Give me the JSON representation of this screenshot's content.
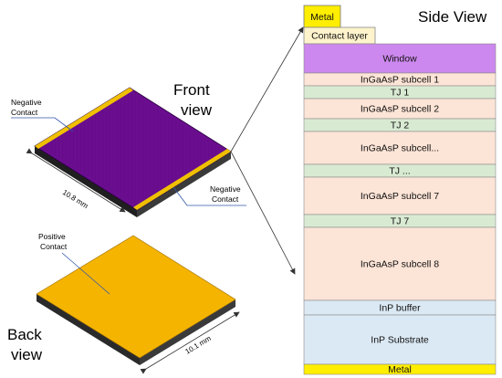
{
  "labels": {
    "front_view_line1": "Front",
    "front_view_line2": "view",
    "back_view_line1": "Back",
    "back_view_line2": "view",
    "side_view": "Side View",
    "negative_contact_top_line1": "Negative",
    "negative_contact_top_line2": "Contact",
    "negative_contact_right_line1": "Negative",
    "negative_contact_right_line2": "Contact",
    "positive_contact_line1": "Positive",
    "positive_contact_line2": "Contact",
    "dim_front": "10.8 mm",
    "dim_back": "10.1 mm",
    "metal_top": "Metal",
    "contact_layer": "Contact layer"
  },
  "layers": [
    {
      "label": "Window",
      "color": "#cc88ee"
    },
    {
      "label": "InGaAsP subcell 1",
      "color": "#fce4d6"
    },
    {
      "label": "TJ 1",
      "color": "#d9ead3"
    },
    {
      "label": "InGaAsP subcell 2",
      "color": "#fce4d6"
    },
    {
      "label": "TJ 2",
      "color": "#d9ead3"
    },
    {
      "label": "InGaAsP subcell...",
      "color": "#fce4d6"
    },
    {
      "label": "TJ ...",
      "color": "#d9ead3"
    },
    {
      "label": "InGaAsP subcell 7",
      "color": "#fce4d6"
    },
    {
      "label": "TJ 7",
      "color": "#d9ead3"
    },
    {
      "label": "InGaAsP subcell 8",
      "color": "#fce4d6"
    },
    {
      "label": "InP buffer",
      "color": "#dbe9f4"
    },
    {
      "label": "InP Substrate",
      "color": "#dbe9f4"
    },
    {
      "label": "Metal",
      "color": "#ffee00"
    }
  ],
  "colors": {
    "front_top": "#6a0d8f",
    "contact_stripe": "#f0c000",
    "back_top": "#f5b400",
    "chip_edge": "#2a2a2a",
    "metal": "#ffee00",
    "contact_layer": "#fff3cc"
  }
}
